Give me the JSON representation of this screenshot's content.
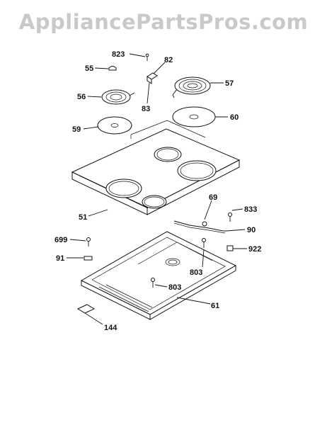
{
  "watermark": "AppliancePartsPros.com",
  "callouts": {
    "p823": "823",
    "p82": "82",
    "p55": "55",
    "p83": "83",
    "p56": "56",
    "p57": "57",
    "p59": "59",
    "p60": "60",
    "p51": "51",
    "p69": "69",
    "p833": "833",
    "p90": "90",
    "p699": "699",
    "p922": "922",
    "p91": "91",
    "p803a": "803",
    "p803b": "803",
    "p61": "61",
    "p144": "144"
  },
  "colors": {
    "ink": "#111111",
    "watermark": "#c9c9c9"
  }
}
